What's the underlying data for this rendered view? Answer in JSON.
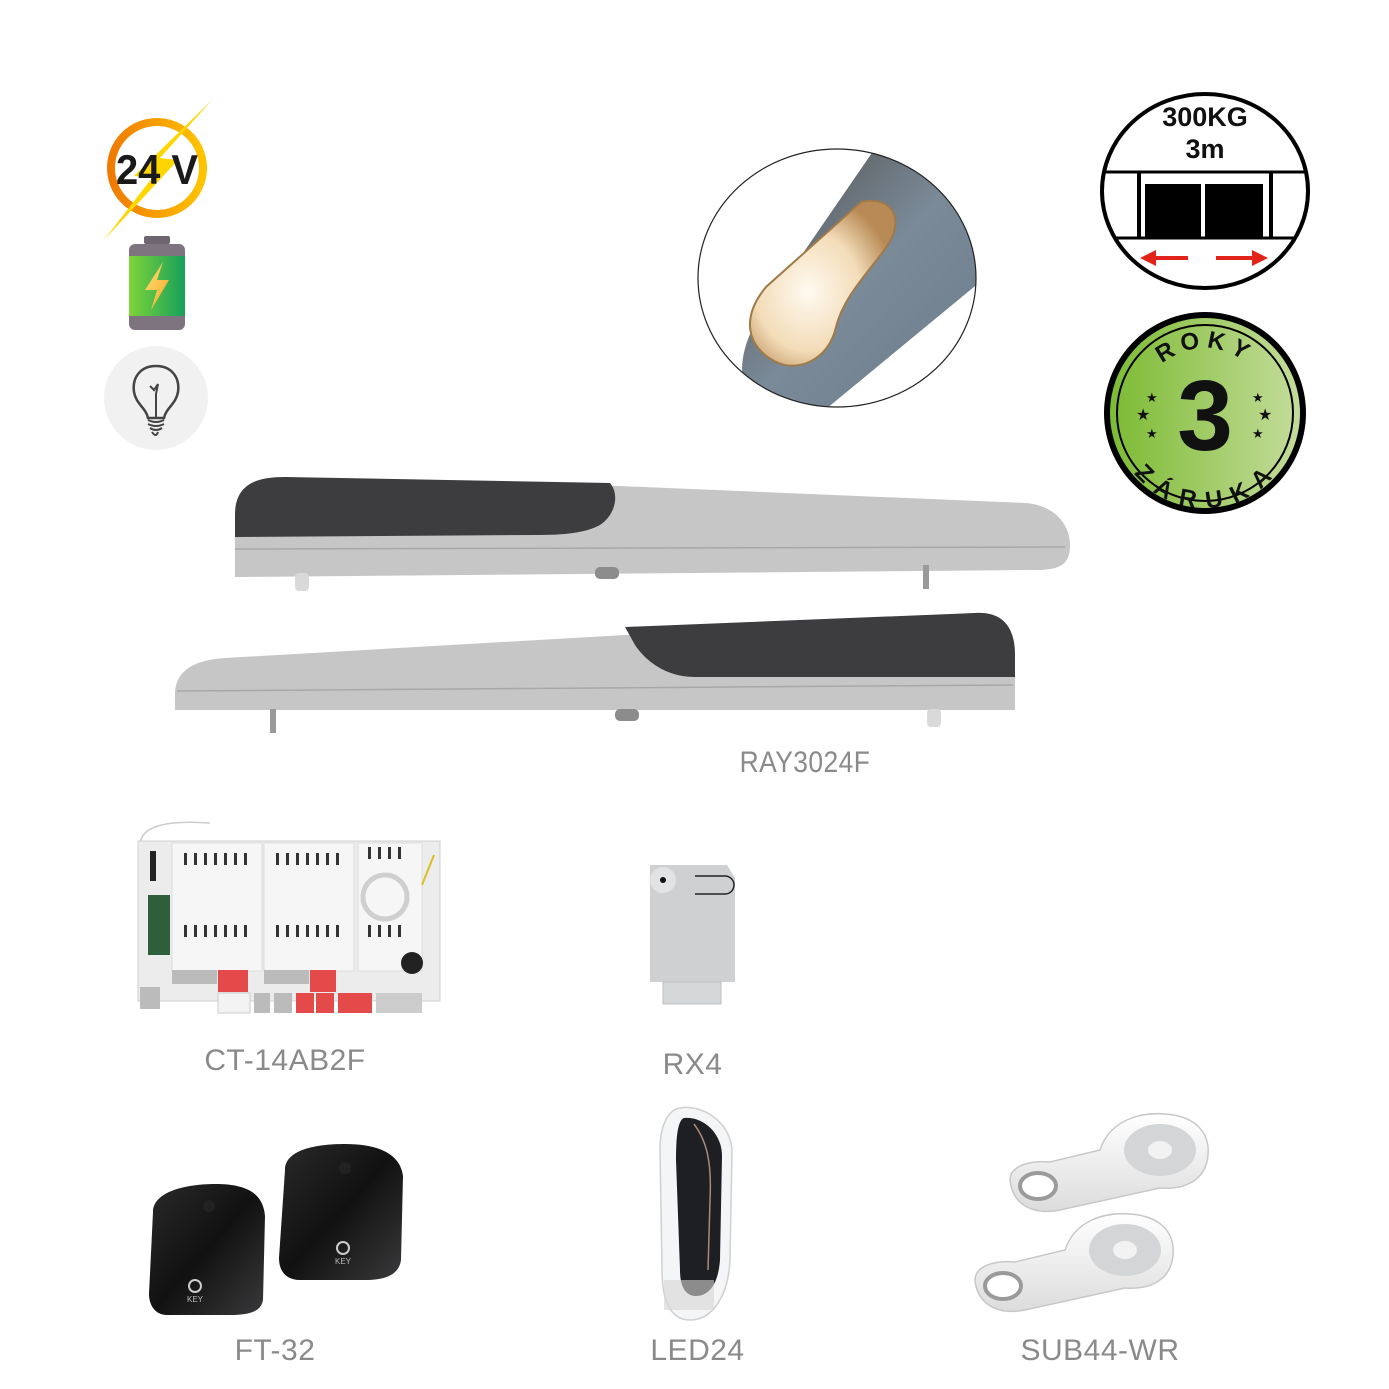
{
  "feature_icons": {
    "voltage": {
      "text": "24 V",
      "icon": "voltage-24v-icon"
    },
    "battery": {
      "icon": "battery-charging-icon"
    },
    "lamp": {
      "icon": "light-bulb-icon"
    }
  },
  "badges": {
    "capacity": {
      "weight": "300KG",
      "length": "3m",
      "icon": "double-swing-gate-icon"
    },
    "warranty": {
      "top": "ROKY",
      "number": "3",
      "bottom": "ZÁRUKA",
      "color": "#8fc24a"
    }
  },
  "led_detail": {
    "icon": "integrated-led-light-detail"
  },
  "products": [
    {
      "id": "motors",
      "label": "RAY3024F"
    },
    {
      "id": "control-unit",
      "label": "CT-14AB2F"
    },
    {
      "id": "receiver",
      "label": "RX4"
    },
    {
      "id": "photocells",
      "label": "FT-32"
    },
    {
      "id": "flashing-lamp",
      "label": "LED24"
    },
    {
      "id": "remotes",
      "label": "SUB44-WR"
    }
  ],
  "colors": {
    "label_gray": "#8a8a8a",
    "motor_light": "#c4c4c4",
    "motor_dark": "#3e3e40",
    "accent_red": "#e8383d",
    "accent_orange": "#f08a00",
    "accent_yellow": "#ffd200"
  }
}
